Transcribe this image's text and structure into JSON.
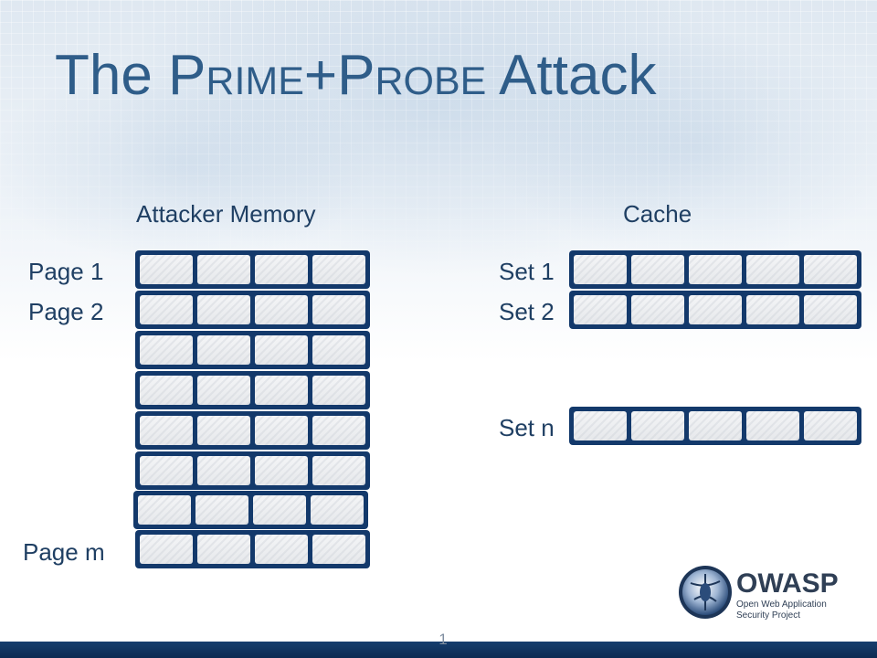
{
  "slide": {
    "title": {
      "prefix": "The P",
      "prime_caps": "rime",
      "plus_p": "+P",
      "probe_caps": "robe",
      "suffix": " Attack"
    },
    "memory": {
      "heading": "Attacker Memory",
      "rows": [
        {
          "label": "Page 1",
          "cells": 4
        },
        {
          "label": "Page 2",
          "cells": 4
        },
        {
          "label": "",
          "cells": 4
        },
        {
          "label": "",
          "cells": 4
        },
        {
          "label": "",
          "cells": 4
        },
        {
          "label": "",
          "cells": 4
        },
        {
          "label": "",
          "cells": 4
        },
        {
          "label": "Page m",
          "cells": 4
        }
      ]
    },
    "cache": {
      "heading": "Cache",
      "rows": [
        {
          "label": "Set 1",
          "cells": 5
        },
        {
          "label": "Set 2",
          "cells": 5
        },
        {
          "label": "Set n",
          "cells": 5
        }
      ]
    },
    "logo": {
      "name": "OWASP",
      "line1": "Open Web Application",
      "line2": "Security Project"
    },
    "page_number": "1",
    "colors": {
      "title": "#2f5d89",
      "row_frame": "#13396b",
      "footer_bar": "#0c2a52"
    }
  }
}
